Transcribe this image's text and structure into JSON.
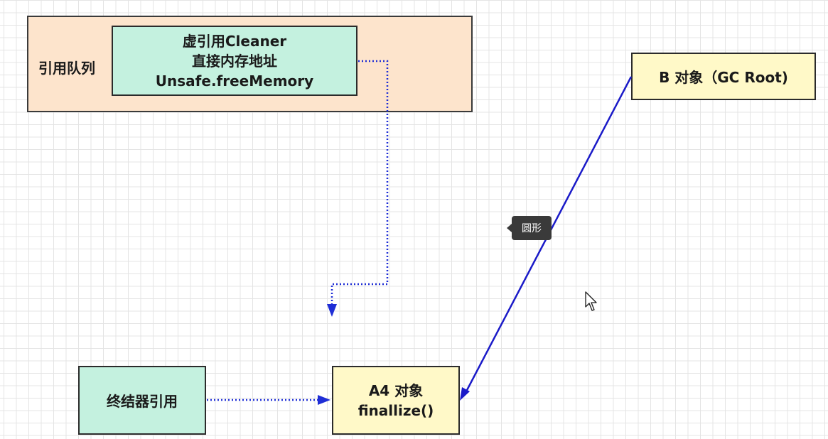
{
  "diagram": {
    "reference_queue": {
      "label": "引用队列"
    },
    "cleaner_box": {
      "line1": "虚引用Cleaner",
      "line2": "直接内存地址",
      "line3": "Unsafe.freeMemory"
    },
    "b_object": {
      "label": "B 对象（GC Root)"
    },
    "a4_object": {
      "line1": "A4 对象",
      "line2": "finallize()"
    },
    "finalizer_ref": {
      "label": "终结器引用"
    },
    "tooltip": {
      "text": "圆形"
    },
    "colors": {
      "queue_fill": "#fde4cc",
      "mint_fill": "#c4f1df",
      "yellow_fill": "#fff9c8",
      "edge_blue": "#1f2ed6",
      "solid_edge_blue": "#1a1ac8"
    }
  }
}
